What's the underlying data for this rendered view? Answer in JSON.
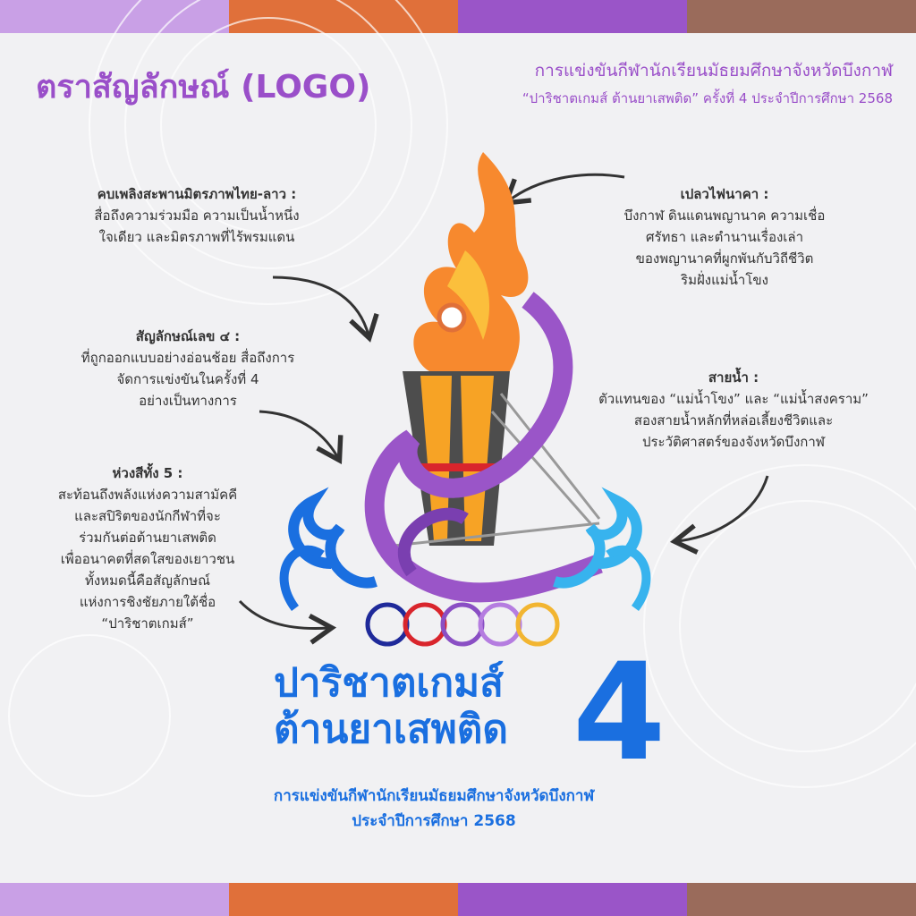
{
  "colors": {
    "bar": [
      "#c9a0e6",
      "#e0703a",
      "#9a55c8",
      "#9a6b5b"
    ],
    "purple": "#9a4fc9",
    "blue": "#1a6fe0"
  },
  "header": {
    "title": "ตราสัญลักษณ์ (LOGO)",
    "subtitle_line1": "การแข่งขันกีฬานักเรียนมัธยมศึกษาจังหวัดบึงกาฬ",
    "subtitle_line2": "“ปาริชาตเกมส์ ต้านยาเสพติด” ครั้งที่ 4 ประจำปีการศึกษา 2568"
  },
  "notes": {
    "torch": {
      "heading": "คบเพลิงสะพานมิตรภาพไทย-ลาว :",
      "lines": [
        "สื่อถึงความร่วมมือ ความเป็นน้ำหนึ่ง",
        "ใจเดียว และมิตรภาพที่ไร้พรมแดน"
      ]
    },
    "number": {
      "heading": "สัญลักษณ์เลข ๔ :",
      "lines": [
        "ที่ถูกออกแบบอย่างอ่อนช้อย สื่อถึงการ",
        "จัดการแข่งขันในครั้งที่ 4",
        "อย่างเป็นทางการ"
      ]
    },
    "rings": {
      "heading": "ห่วงสีทั้ง 5 :",
      "lines": [
        "สะท้อนถึงพลังแห่งความสามัคคี",
        "และสปิริตของนักกีฬาที่จะ",
        "ร่วมกันต่อต้านยาเสพติด",
        "เพื่ออนาคตที่สดใสของเยาวชน",
        "ทั้งหมดนี้คือสัญลักษณ์",
        "แห่งการชิงชัยภายใต้ชื่อ",
        "“ปาริชาตเกมส์”"
      ]
    },
    "flame": {
      "heading": "เปลวไฟนาคา :",
      "lines": [
        "บึงกาฬ ดินแดนพญานาค ความเชื่อ",
        "ศรัทธา และตำนานเรื่องเล่า",
        "ของพญานาคที่ผูกพันกับวิถีชีวิต",
        "ริมฝั่งแม่น้ำโขง"
      ]
    },
    "water": {
      "heading": "สายน้ำ :",
      "lines": [
        "ตัวแทนของ “แม่น้ำโขง” และ “แม่น้ำสงคราม”",
        "สองสายน้ำหลักที่หล่อเลี้ยงชีวิตและ",
        "ประวัติศาสตร์ของจังหวัดบึงกาฬ"
      ]
    }
  },
  "logo": {
    "name_line1": "ปาริชาตเกมส์",
    "name_line2": "ต้านยาเสพติด",
    "number": "4",
    "footer_line1": "การแข่งขันกีฬานักเรียนมัธยมศึกษาจังหวัดบึงกาฬ",
    "footer_line2": "ประจำปีการศึกษา 2568",
    "ring_colors": [
      "#1f2a9a",
      "#d9252c",
      "#8a4fc4",
      "#b57de0",
      "#f2b531"
    ]
  }
}
